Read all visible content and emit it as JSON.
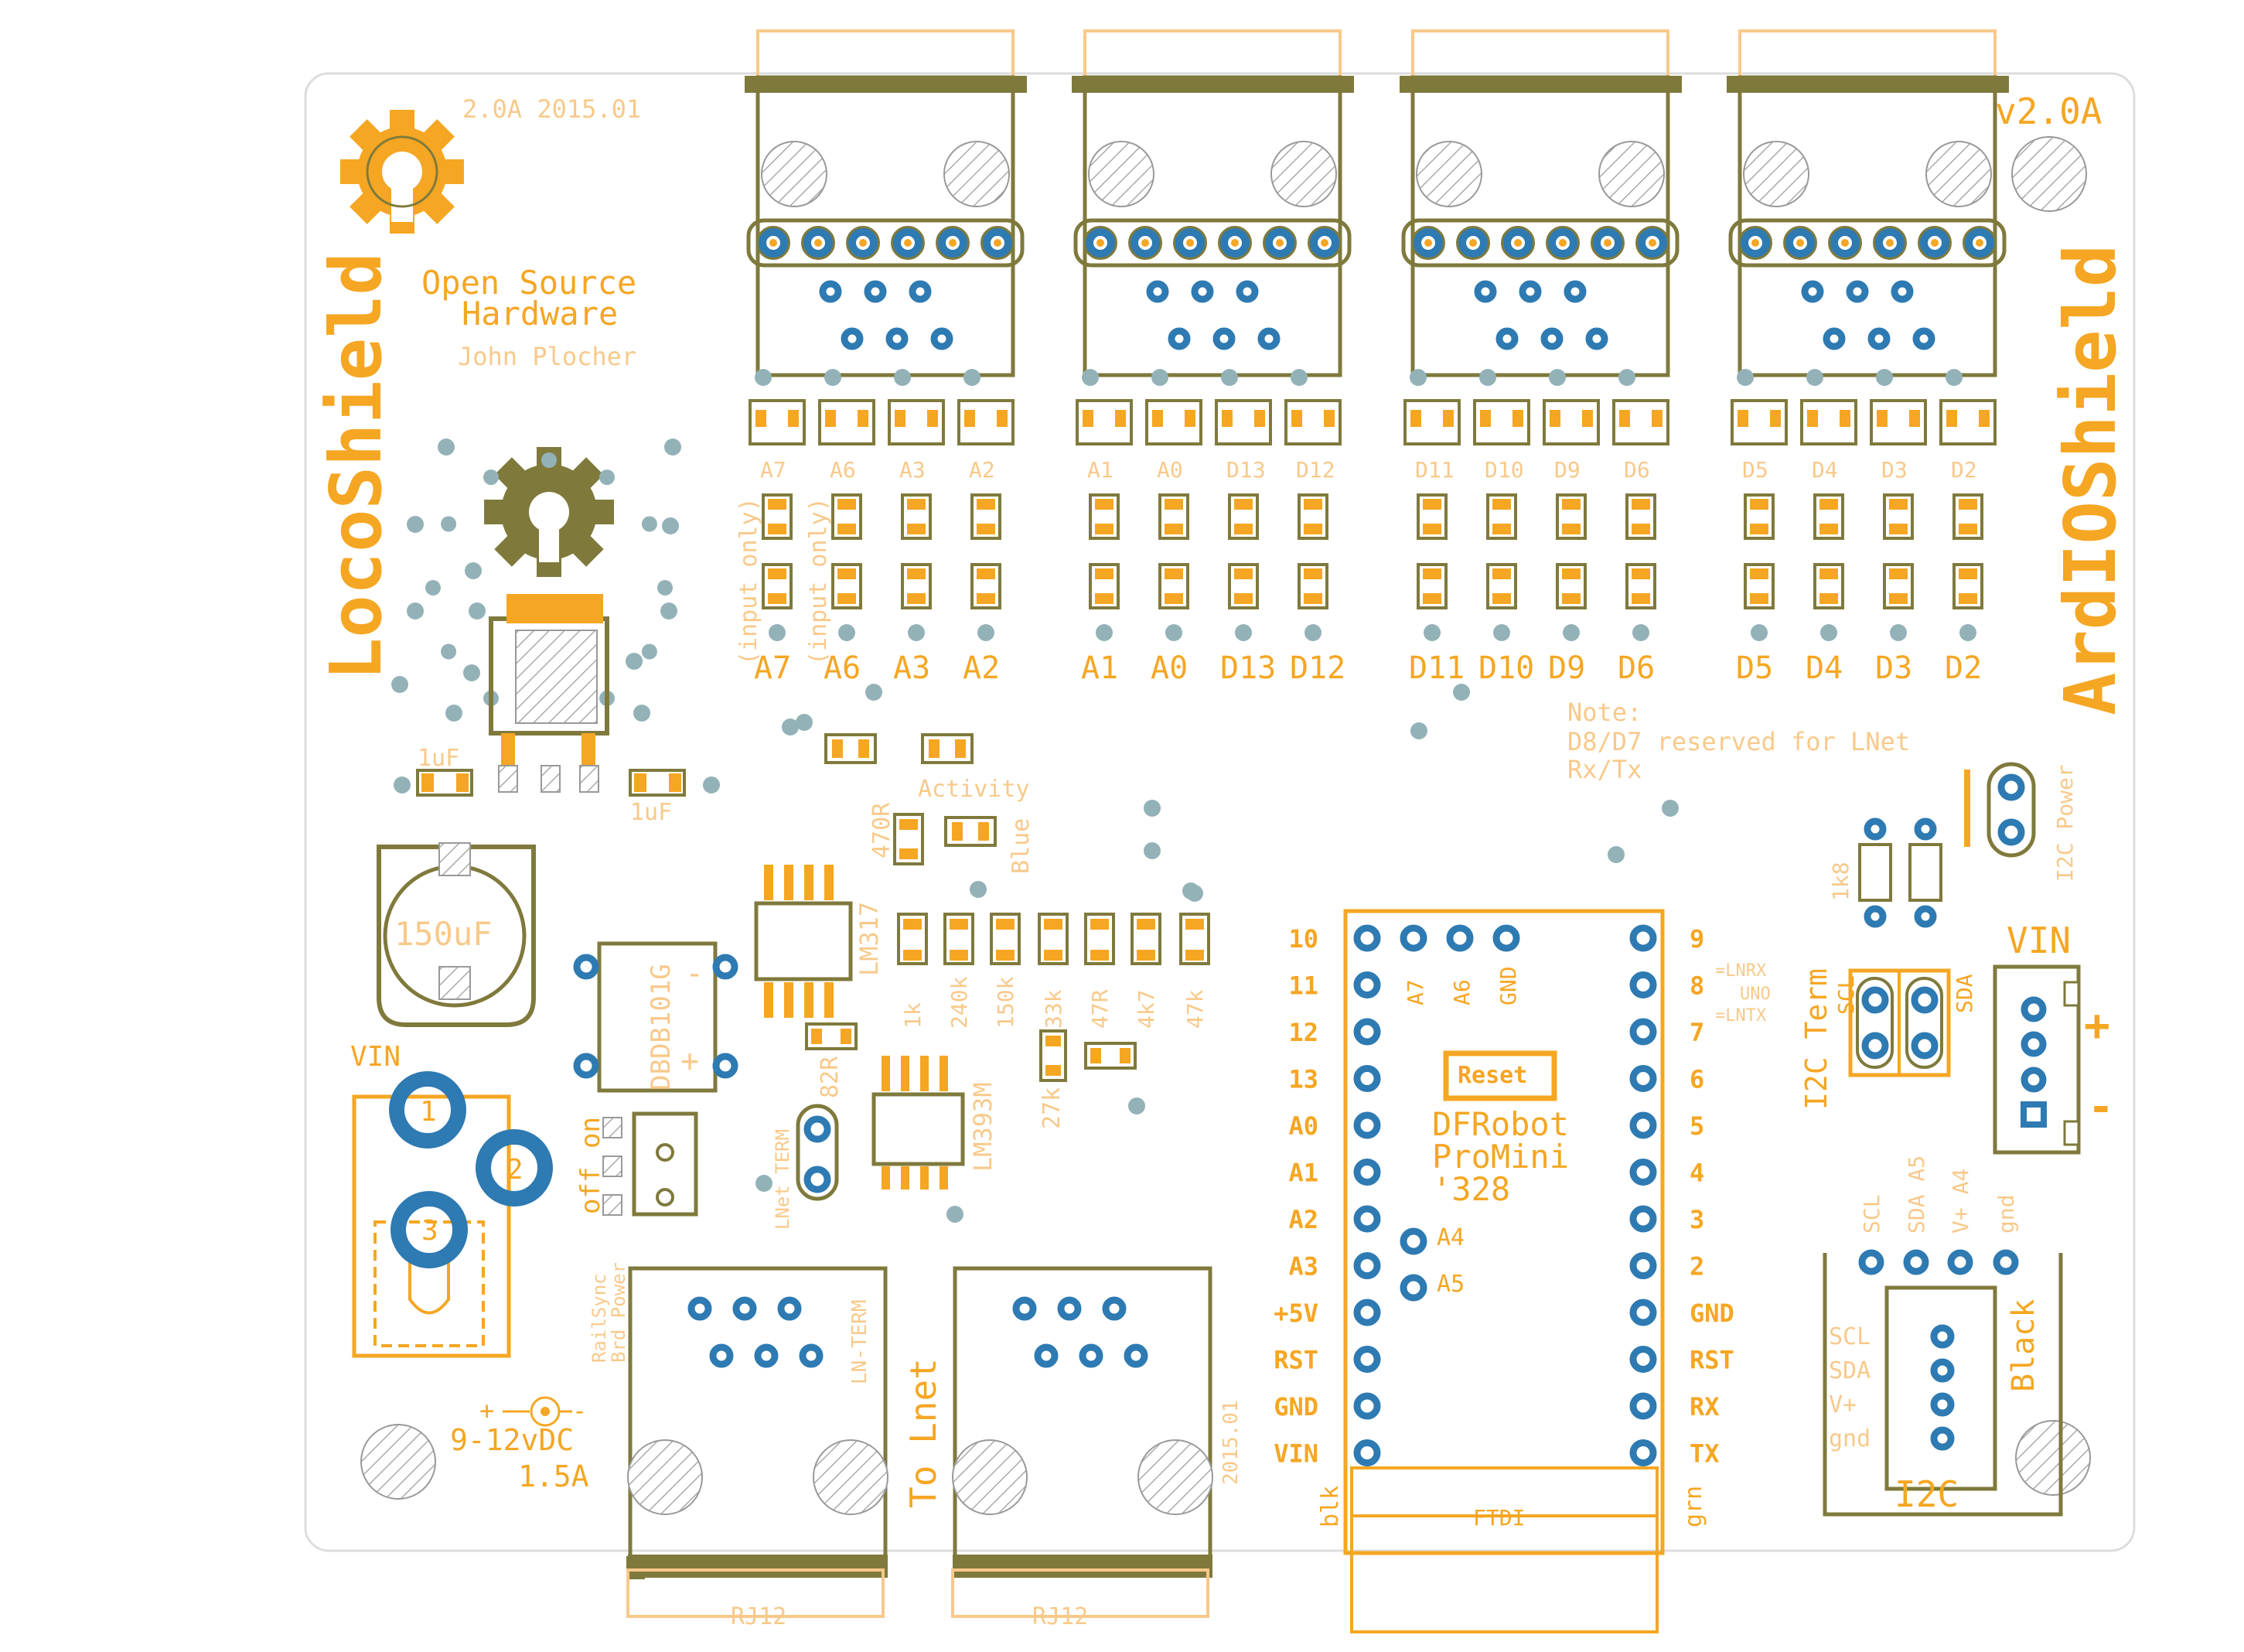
{
  "board": {
    "version_top": "2.0A 2015.01",
    "version_right": "v2.0A",
    "title_left": "LocoShield",
    "title_right": "ArdIOShield",
    "oshw_line1": "Open Source",
    "oshw_line2": "Hardware",
    "author": "John Plocher",
    "date_vertical": "2015.01"
  },
  "channels": {
    "labels": [
      "A7",
      "A6",
      "A3",
      "A2",
      "A1",
      "A0",
      "D13",
      "D12",
      "D11",
      "D10",
      "D9",
      "D6",
      "D5",
      "D4",
      "D3",
      "D2"
    ],
    "small_labels": [
      "A7",
      "A6",
      "A3",
      "A2",
      "A1",
      "A0",
      "D13",
      "D12",
      "D11",
      "D10",
      "D9",
      "D6",
      "D5",
      "D4",
      "D3",
      "D2"
    ],
    "input_only": "(input only)"
  },
  "notes": {
    "line1": "Note:",
    "line2": "D8/D7 reserved for LNet",
    "line3": "Rx/Tx"
  },
  "components": {
    "cap_big": "150uF",
    "cap_small_left": "1uF",
    "cap_small_right": "1uF",
    "bridge": "DBDB101G",
    "lm317": "LM317",
    "lm393": "LM393M",
    "r470": "470R",
    "blue": "Blue",
    "activity": "Activity",
    "r82": "82R",
    "resistors_top": [
      "1k",
      "240k",
      "150k",
      "33k",
      "47R",
      "4k7",
      "47k"
    ],
    "r27k": "27k",
    "lnet_term": "LNet TERM",
    "off": "off",
    "on": "on",
    "railsync": "RailSync",
    "brd_power": "Brd Power",
    "ln_term": "LN-TERM",
    "to_lnet": "To Lnet",
    "rj12": "RJ12",
    "vin": "VIN",
    "vin_right": "VIN",
    "supply": "9-12vDC",
    "current": "1.5A",
    "plus_minus": "+ -",
    "pin1": "1",
    "pin2": "2",
    "pin3": "3",
    "pull_1k8": "1k8",
    "i2c_power": "I2C Power",
    "i2c_term": "I2C Term",
    "scl": "SCL",
    "sda": "SDA",
    "plus": "+",
    "minus": "-",
    "i2c": "I2C",
    "black": "Black",
    "i2c_top": [
      "SCL",
      "SDA A5",
      "V+",
      "A4",
      "gnd"
    ],
    "i2c_left": [
      "SCL",
      "SDA",
      "V+",
      "gnd"
    ]
  },
  "promini": {
    "left_pins": [
      "10",
      "11",
      "12",
      "13",
      "A0",
      "A1",
      "A2",
      "A3",
      "+5V",
      "RST",
      "GND",
      "VIN"
    ],
    "right_pins": [
      "9",
      "8",
      "7",
      "6",
      "5",
      "4",
      "3",
      "2",
      "GND",
      "RST",
      "RX",
      "TX"
    ],
    "top_pins": [
      "A7",
      "A6",
      "GND"
    ],
    "lnrx": "=LNRX",
    "uno": "UNO",
    "lntx": "=LNTX",
    "reset": "Reset",
    "name1": "DFRobot",
    "name2": "ProMini",
    "name3": "'328",
    "a4": "A4",
    "a5": "A5",
    "ftdi": "FTDI",
    "blk": "blk",
    "grn": "grn"
  },
  "colors": {
    "silkscreen": "#f5a623",
    "pad": "#2e7ab2",
    "outline": "#7f7a3c",
    "via": "#93b2b8"
  }
}
